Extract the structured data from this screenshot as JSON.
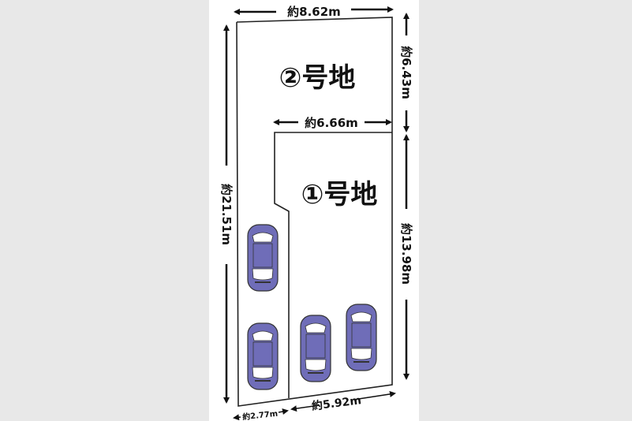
{
  "lots": [
    {
      "label": "②号地"
    },
    {
      "label": "①号地"
    }
  ],
  "dimensions": {
    "top": "約8.62m",
    "right_upper": "約6.43m",
    "inner": "約6.66m",
    "left": "約21.51m",
    "right_lower": "約13.98m",
    "bottom_left": "約2.77m",
    "bottom_right": "約5.92m"
  },
  "colors": {
    "car": "#6f6db8",
    "background": "#e8e8e8"
  }
}
